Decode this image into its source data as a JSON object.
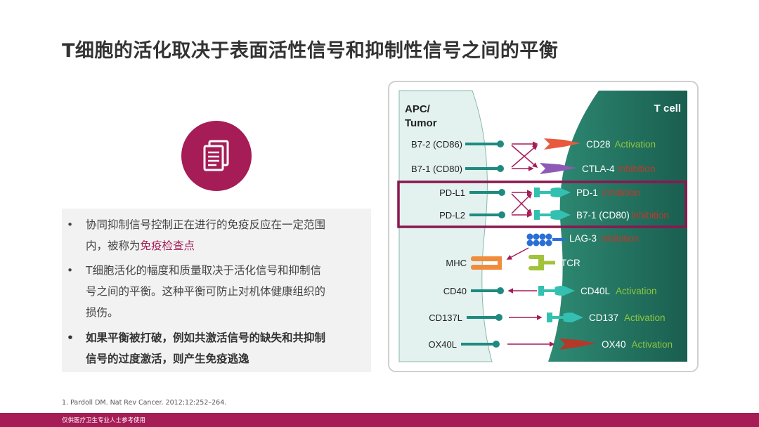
{
  "slide": {
    "title": "T细胞的活化取决于表面活性信号和抑制性信号之间的平衡",
    "icon": "document-icon",
    "bullets": {
      "b1_line1": "协同抑制信号控制正在进行的免疫反应在一定范围",
      "b1_line2_prefix": "内，被称为",
      "b1_line2_highlight": "免疫检查点",
      "b2_line1": "T细胞活化的幅度和质量取决于活化信号和抑制信",
      "b2_line2": "号之间的平衡。这种平衡可防止对机体健康组织的",
      "b2_line3": "损伤。",
      "b3_line1": "如果平衡被打破，例如共激活信号的缺失和共抑制",
      "b3_line2": "信号的过度激活，则产生免疫逃逸",
      "bullet_char": "•"
    },
    "reference": "1.   Pardoll DM. Nat Rev Cancer. 2012;12:252–264.",
    "footer": "仅供医疗卫生专业人士参考使用",
    "colors": {
      "brand": "#a51c56",
      "activation": "#8ec63f",
      "inhibition": "#c0392b",
      "tcell": "#1f6b5c",
      "apc": "#e3f2ef"
    }
  },
  "diagram": {
    "apc_label_1": "APC/",
    "apc_label_2": "Tumor",
    "tcell_label": "T cell",
    "rows": {
      "r1": {
        "ligand": "B7-2 (CD86)",
        "receptor": "CD28",
        "effect": "Activation"
      },
      "r2": {
        "ligand": "B7-1 (CD80)",
        "receptor": "CTLA-4",
        "effect": "Inhibition"
      },
      "r3": {
        "ligand": "PD-L1",
        "receptor": "PD-1",
        "effect": "Inhibition"
      },
      "r4": {
        "ligand": "PD-L2",
        "receptor": "B7-1 (CD80)",
        "effect": "Inhibition"
      },
      "r5": {
        "ligand": "",
        "receptor": "LAG-3",
        "effect": "Inhibition"
      },
      "r6": {
        "ligand": "MHC",
        "receptor": "TCR",
        "effect": ""
      },
      "r7": {
        "ligand": "CD40",
        "receptor": "CD40L",
        "effect": "Activation"
      },
      "r8": {
        "ligand": "CD137L",
        "receptor": "CD137",
        "effect": "Activation"
      },
      "r9": {
        "ligand": "OX40L",
        "receptor": "OX40",
        "effect": "Activation"
      }
    }
  }
}
